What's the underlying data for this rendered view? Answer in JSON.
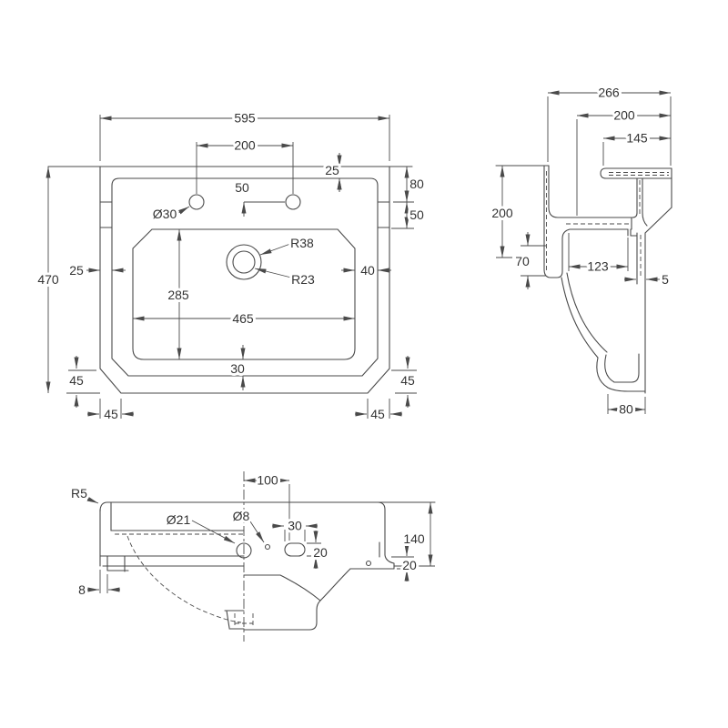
{
  "drawing": {
    "background": "#ffffff",
    "line_color": "#4a4a4a",
    "text_color": "#333333",
    "views": {
      "plan": {
        "dims": {
          "overall_width": "595",
          "tap_hole_spacing": "200",
          "overall_depth": "470",
          "rim_inset_back": "25",
          "back_to_tap_centre": "80",
          "tap_centre_to_bowl": "50",
          "tap_centre_offset": "50",
          "tap_hole_diameter": "Ø30",
          "waste_radius_outer": "R38",
          "waste_radius_inner": "R23",
          "rim_inset_left": "25",
          "bowl_to_rim_right": "40",
          "bowl_depth": "285",
          "bowl_width": "465",
          "bowl_to_rim_front": "30",
          "chamfer_height_left": "45",
          "chamfer_height_right": "45",
          "chamfer_width_left": "45",
          "chamfer_width_right": "45"
        }
      },
      "side": {
        "dims": {
          "overall_depth": "266",
          "wall_to_bowl_front": "200",
          "wall_to_deck_front": "145",
          "front_height": "200",
          "apron_height": "70",
          "underside_width": "123",
          "back_gap": "5",
          "outlet_width": "80"
        }
      },
      "front": {
        "dims": {
          "rim_corner_radius": "R5",
          "centre_to_fixing": "100",
          "tap_pilot_diameter": "Ø21",
          "fixing_hole_diameter": "Ø8",
          "slot_width": "30",
          "slot_height": "20",
          "overall_height": "140",
          "rim_edge_height": "20",
          "lip_thickness": "8"
        }
      }
    }
  }
}
